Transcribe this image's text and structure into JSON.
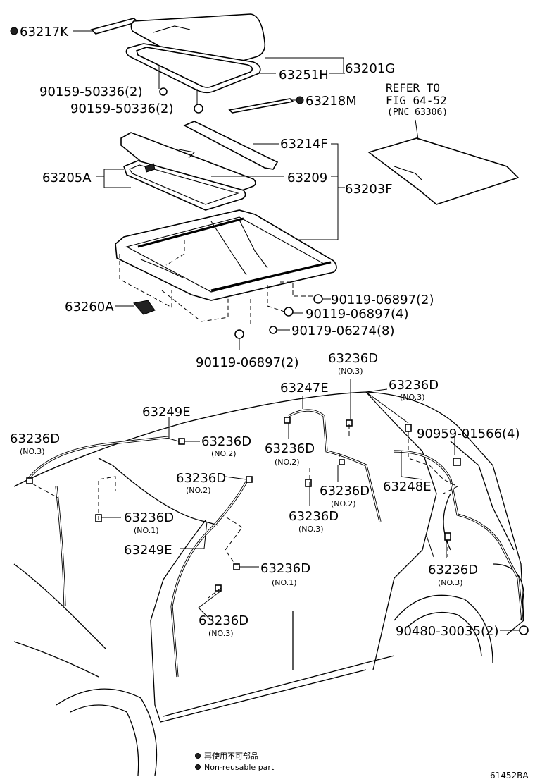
{
  "labels": {
    "p63217K": "63217K",
    "p63201G": "63201G",
    "p63251H": "63251H",
    "p90159a": "90159-50336(2)",
    "p90159b": "90159-50336(2)",
    "p63218M": "63218M",
    "p63214F": "63214F",
    "p63205A": "63205A",
    "p63209": "63209",
    "p63203F": "63203F",
    "p63260A": "63260A",
    "p90119a": "90119-06897(2)",
    "p90119b": "90119-06897(4)",
    "p90179": "90179-06274(8)",
    "p90119c": "90119-06897(2)",
    "p63236D_top": "63236D",
    "p63236D_top2": "63236D",
    "p63247E": "63247E",
    "p63249E_a": "63249E",
    "p63236D_left": "63236D",
    "p63236D_r2a": "63236D",
    "p90959": "90959-01566(4)",
    "p63236D_c1": "63236D",
    "p63236D_mid": "63236D",
    "p63236D_c2": "63236D",
    "p63248E": "63248E",
    "p63236D_c3": "63236D",
    "p63236D_l1": "63236D",
    "p63249E_b": "63249E",
    "p63236D_n1b": "63236D",
    "p63236D_rr": "63236D",
    "p63236D_n3b": "63236D",
    "p90480": "90480-30035(2)"
  },
  "sublabels": {
    "no3_top": "(NO.3)",
    "no3_top2": "(NO.3)",
    "no3_left": "(NO.3)",
    "no2_r2a": "(NO.2)",
    "no2_c1": "(NO.2)",
    "no2_mid": "(NO.2)",
    "no2_c2": "(NO.2)",
    "no3_c3": "(NO.3)",
    "no1_l1": "(NO.1)",
    "no1_n1b": "(NO.1)",
    "no3_rr": "(NO.3)",
    "no3_n3b": "(NO.3)"
  },
  "reference": {
    "line1": "REFER TO",
    "line2": "FIG 64-52",
    "line3": "(PNC 63306)"
  },
  "legend": {
    "japanese": "再使用不可部品",
    "english": "Non-reusable part"
  },
  "illustration_id": "61452BA",
  "icons": {
    "nonreusable": "filled-circle-icon"
  }
}
